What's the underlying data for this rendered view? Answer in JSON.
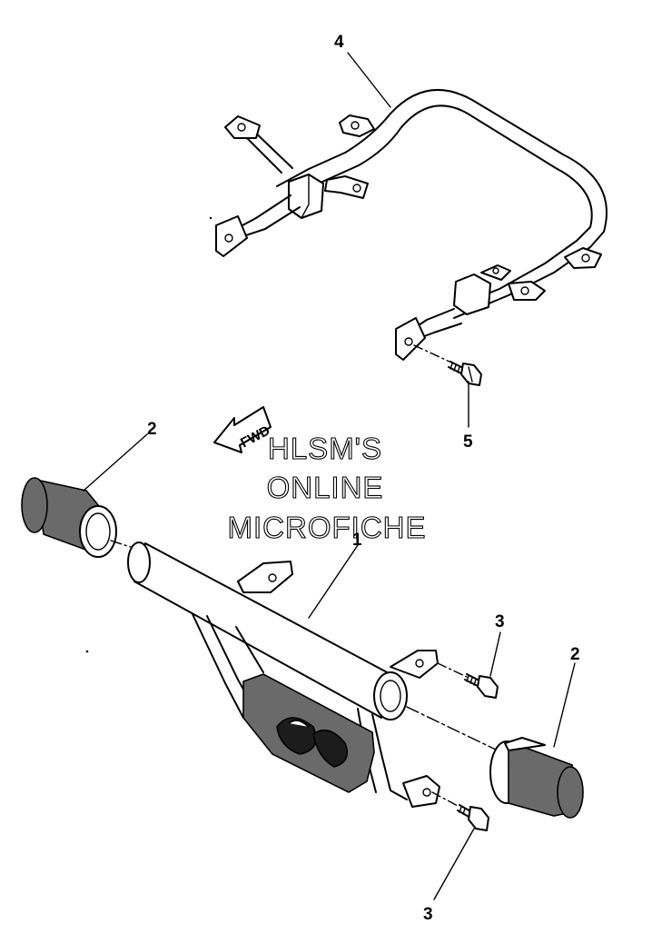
{
  "diagram": {
    "watermark": {
      "line1": "HLSM'S",
      "line2": "ONLINE",
      "line3": "MICROFICHE"
    },
    "direction_arrow": {
      "label": "FWD"
    },
    "callouts": [
      {
        "id": "callout-4",
        "text": "4"
      },
      {
        "id": "callout-5",
        "text": "5"
      },
      {
        "id": "callout-2-left",
        "text": "2"
      },
      {
        "id": "callout-1",
        "text": "1"
      },
      {
        "id": "callout-3-upper",
        "text": "3"
      },
      {
        "id": "callout-2-right",
        "text": "2"
      },
      {
        "id": "callout-3-lower",
        "text": "3"
      }
    ]
  }
}
